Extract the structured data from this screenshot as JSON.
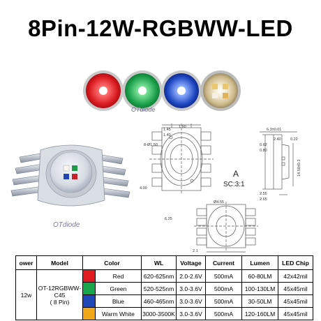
{
  "title": "8Pin-12W-RGBWW-LED",
  "watermark": "OTdiode",
  "photos": [
    {
      "name": "red",
      "color": "#e2262b"
    },
    {
      "name": "green",
      "color": "#1fa14a"
    },
    {
      "name": "blue",
      "color": "#1f4fc4"
    },
    {
      "name": "warm-white",
      "color": "#d9c79a"
    }
  ],
  "drawing": {
    "view_label": "A",
    "scale_label": "SC:3:1",
    "dims_top": [
      "1.45",
      "1.60",
      "1.40"
    ],
    "dims_right": [
      "6.3±0.01",
      "2.40",
      "0.22",
      "0.62",
      "0.80",
      "2.55",
      "2.65",
      "14.50±0.3"
    ],
    "dims_left": [
      "8-Ø1.50",
      "4.00"
    ],
    "dims_bottom": [
      "6.25",
      "Ø4.55",
      "2.1"
    ]
  },
  "table": {
    "headers": [
      "ower",
      "Model",
      "Color",
      "",
      "WL",
      "Voltage",
      "Current",
      "Lumen",
      "LED Chip"
    ],
    "power": "12w",
    "model": [
      "OT-12RGBWW-",
      "C45",
      "( 8 Pin)"
    ],
    "rows": [
      {
        "swatch": "#e01b22",
        "color": "Red",
        "wl": "620-625nm",
        "voltage": "2.0-2.6V",
        "current": "500mA",
        "lumen": "60-80LM",
        "chip": "42x42mil"
      },
      {
        "swatch": "#1aa64a",
        "color": "Green",
        "wl": "520-525nm",
        "voltage": "3.0-3.6V",
        "current": "500mA",
        "lumen": "100-130LM",
        "chip": "45x45mil"
      },
      {
        "swatch": "#1f47b8",
        "color": "Blue",
        "wl": "460-465nm",
        "voltage": "3.0-3.6V",
        "current": "500mA",
        "lumen": "30-50LM",
        "chip": "45x45mil"
      },
      {
        "swatch": "#f2a81a",
        "color": "Warm White",
        "wl": "3000-3500K",
        "voltage": "3.0-3.6V",
        "current": "500mA",
        "lumen": "120-160LM",
        "chip": "45x45mil"
      }
    ]
  }
}
